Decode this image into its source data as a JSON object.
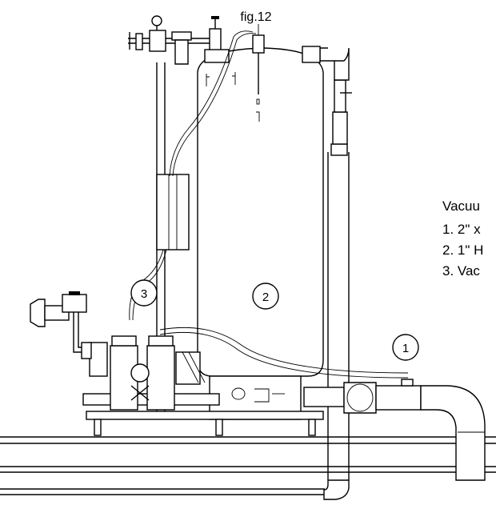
{
  "figure": {
    "label": "fig.12"
  },
  "callouts": [
    {
      "number": "1"
    },
    {
      "number": "2"
    },
    {
      "number": "3"
    }
  ],
  "legend": {
    "lines": [
      "Vacuu",
      "1. 2\" x",
      "2. 1\" H",
      "3. Vac"
    ]
  }
}
